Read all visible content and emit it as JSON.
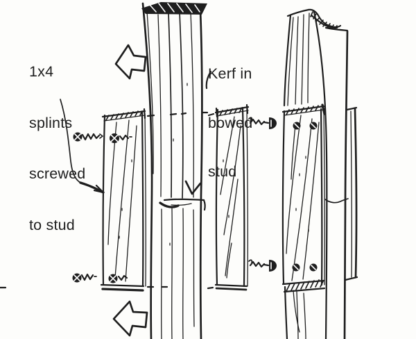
{
  "labels": {
    "splints_note": {
      "lines": [
        "1x4",
        "splints",
        "screwed",
        "to stud"
      ]
    },
    "kerf_note": {
      "lines": [
        "Kerf in",
        "bowed",
        "stud"
      ]
    }
  },
  "colors": {
    "ink": "#1e1e1e",
    "paper": "#fdfdfb"
  },
  "icons": {
    "push_arrow_top": "left-block-arrow",
    "push_arrow_bottom": "left-block-arrow",
    "splints_leader": "curved-leader-arrow",
    "kerf_leader": "v-arrowhead",
    "loose_screw": "wood-screw-side-view",
    "driven_screw": "screw-head-dot"
  }
}
